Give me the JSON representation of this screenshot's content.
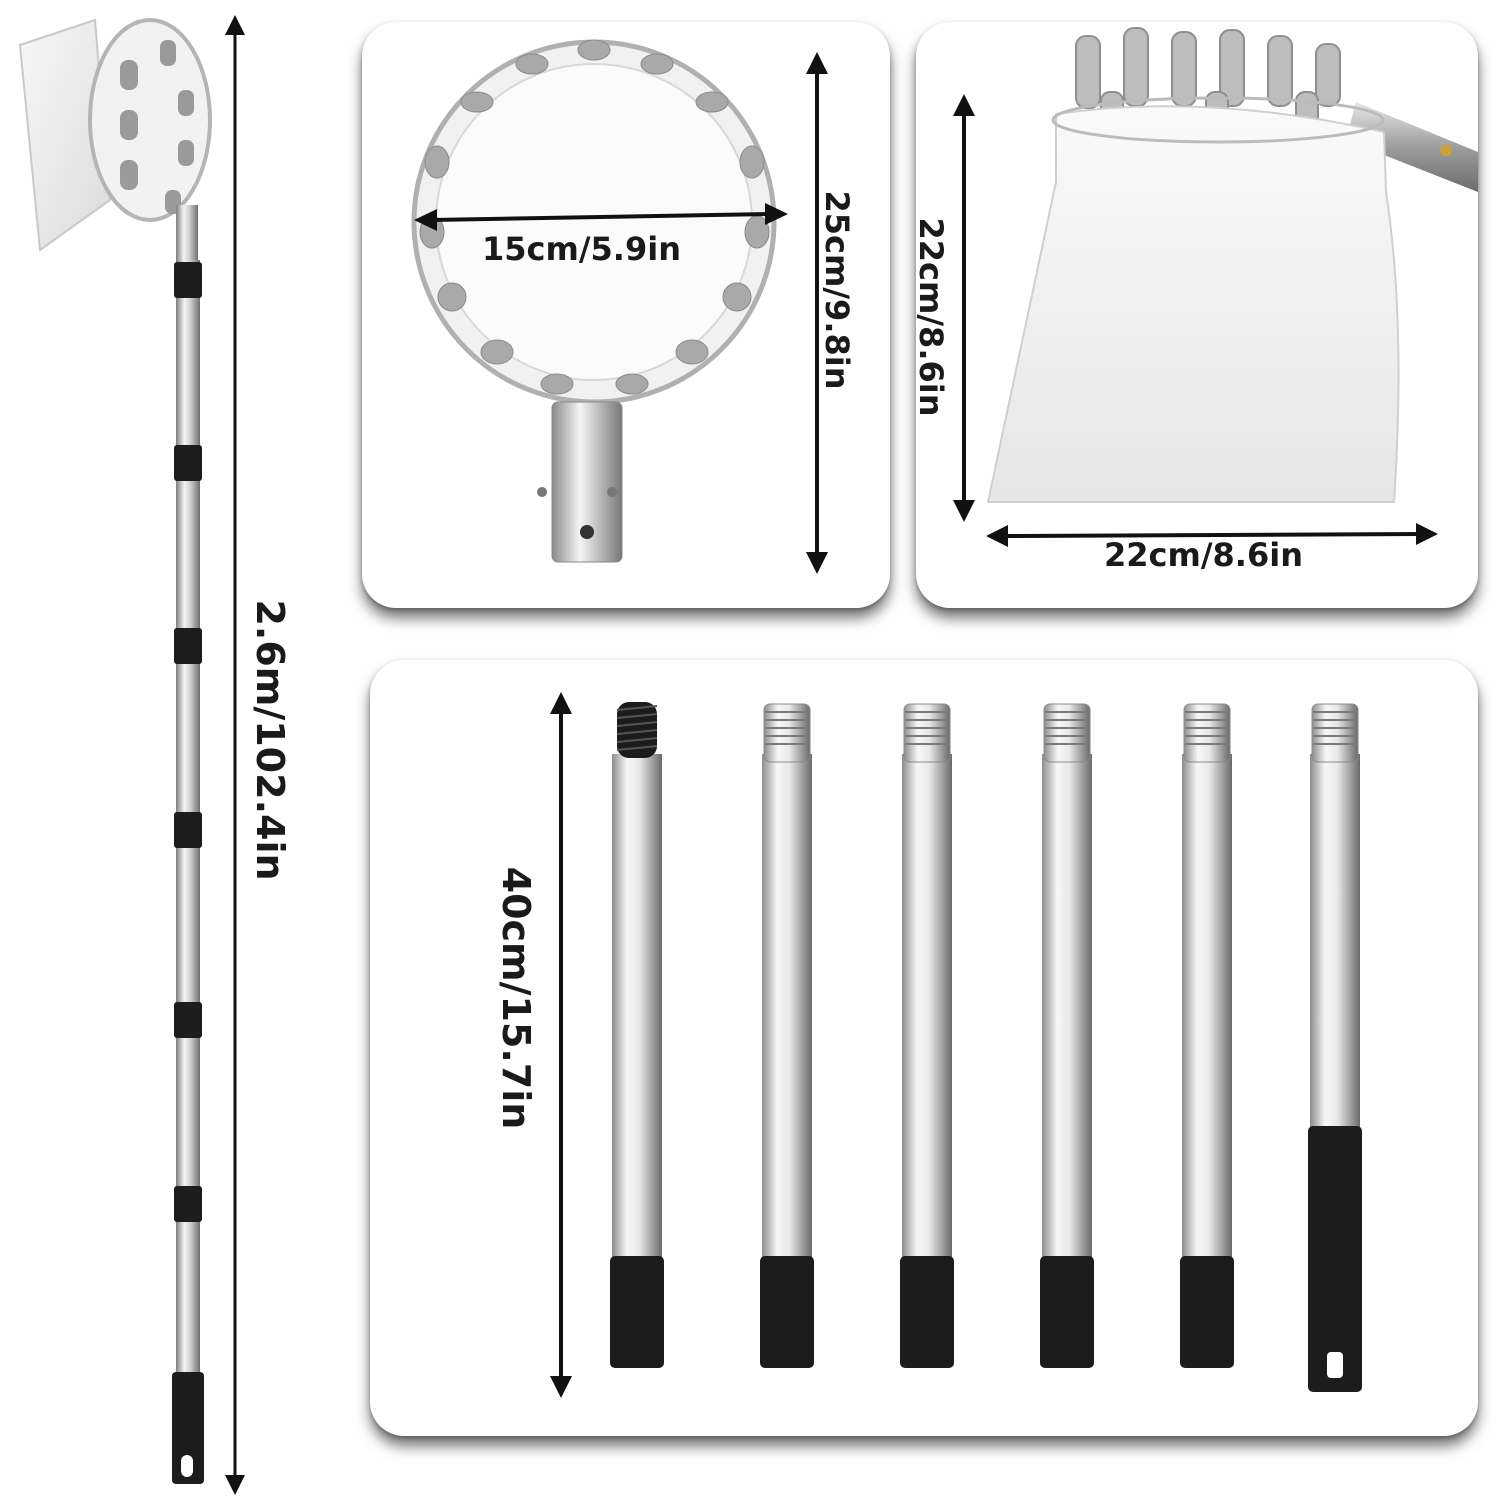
{
  "dimensions": {
    "total_length": "2.6m/102.4in",
    "basket_diameter": "15cm/5.9in",
    "basket_height": "25cm/9.8in",
    "bag_height": "22cm/8.6in",
    "bag_width": "22cm/8.6in",
    "section_length": "40cm/15.7in"
  },
  "pole_sections": [
    {
      "top": "threaded"
    },
    {
      "top": "ribbed"
    },
    {
      "top": "ribbed"
    },
    {
      "top": "ribbed"
    },
    {
      "top": "ribbed"
    },
    {
      "top": "ribbed-end"
    }
  ],
  "colors": {
    "metal_light": "#e8e8e8",
    "metal_dark": "#8c8c8c",
    "grip_black": "#1c1c1c",
    "text": "#1a1a1a"
  }
}
